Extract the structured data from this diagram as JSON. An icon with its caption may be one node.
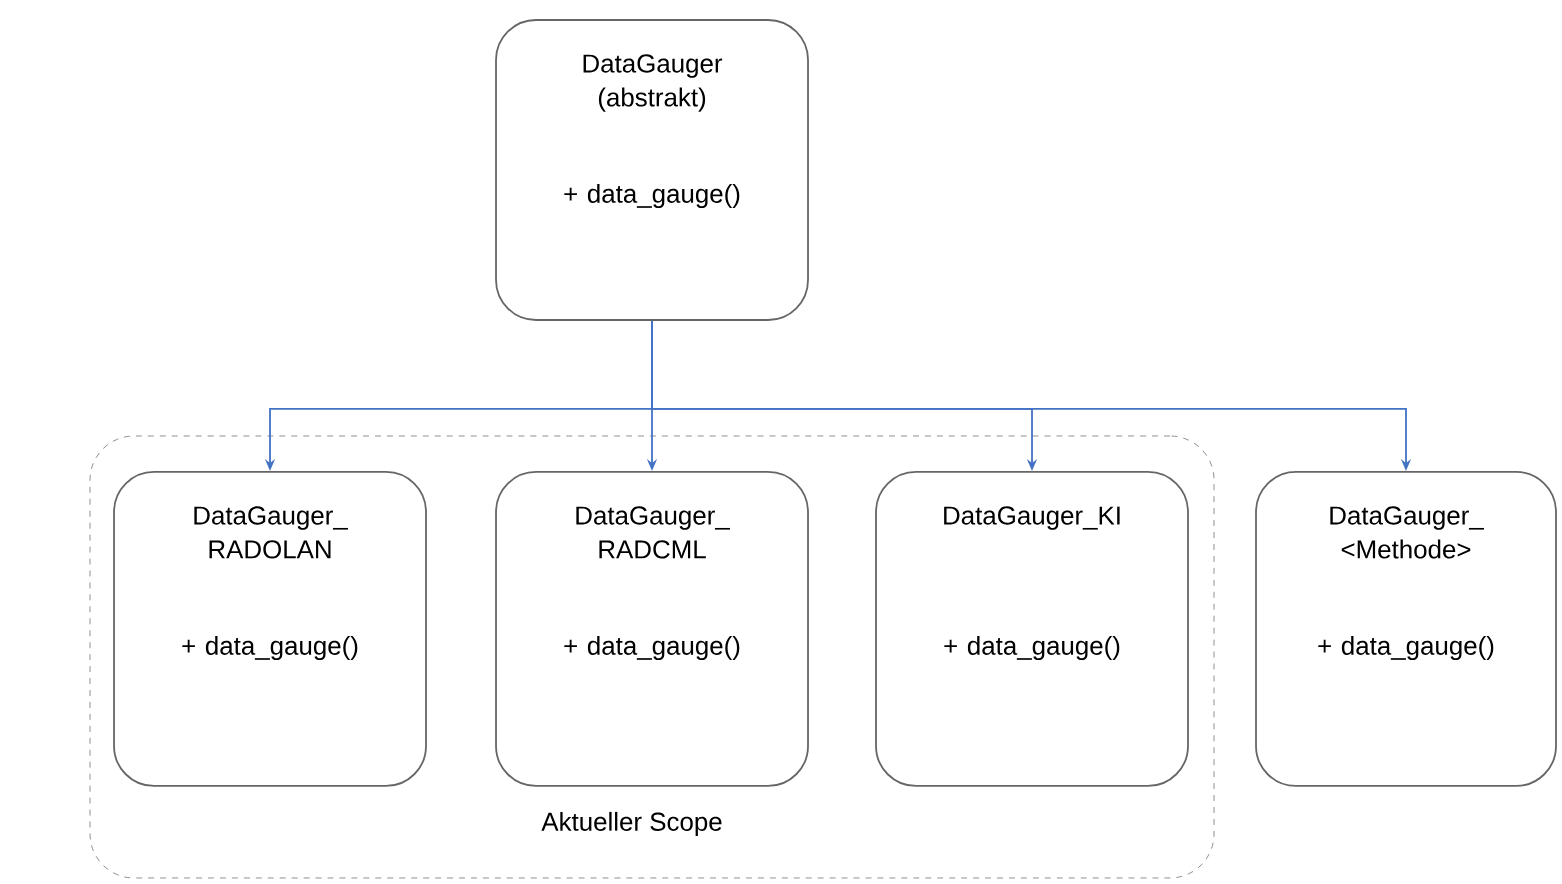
{
  "diagram": {
    "nodes": [
      {
        "text": [
          "DataGauger (abstrakt)",
          "+ data_gauge()"
        ]
      },
      {
        "text": [
          "Aktueller Scope"
        ]
      },
      {
        "text": [
          "DataGauger_ RADOLAN",
          "+ data_gauge()"
        ],
        "in": 1
      },
      {
        "text": [
          "DataGauger_ RADCML",
          "+ data_gauge()"
        ],
        "in": 1
      },
      {
        "text": [
          "DataGauger_KI",
          "+ data_gauge()"
        ],
        "in": 1
      },
      {
        "text": [
          "DataGauger_ <Methode>",
          "+ data_gauge()"
        ]
      }
    ],
    "edges": [
      {
        "from": 0,
        "to": 2,
        "arrow": "to"
      },
      {
        "from": 0,
        "to": 3,
        "arrow": "to"
      },
      {
        "from": 0,
        "to": 4,
        "arrow": "to"
      },
      {
        "from": 0,
        "to": 5,
        "arrow": "to"
      }
    ]
  }
}
